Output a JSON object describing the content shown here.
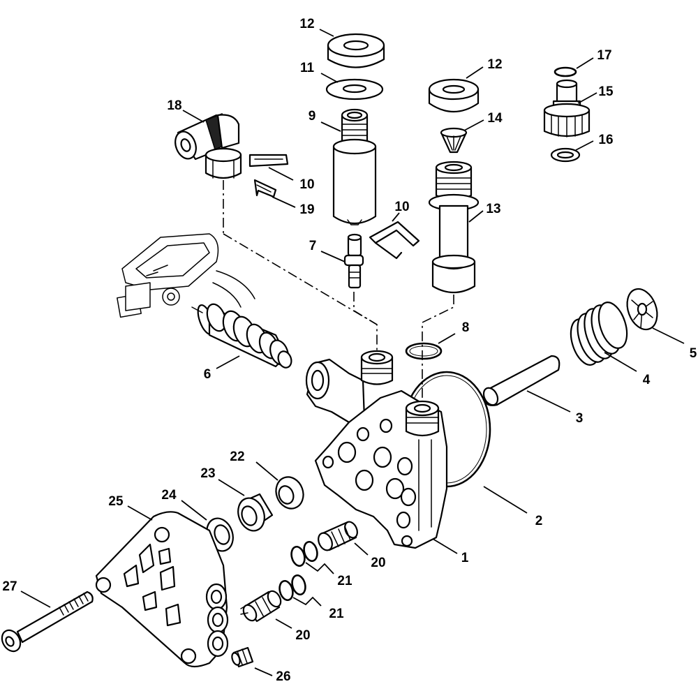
{
  "diagram": {
    "callouts": [
      {
        "id": "c1",
        "text": "1"
      },
      {
        "id": "c2",
        "text": "2"
      },
      {
        "id": "c3",
        "text": "3"
      },
      {
        "id": "c4",
        "text": "4"
      },
      {
        "id": "c5",
        "text": "5"
      },
      {
        "id": "c6",
        "text": "6"
      },
      {
        "id": "c7",
        "text": "7"
      },
      {
        "id": "c8",
        "text": "8"
      },
      {
        "id": "c9",
        "text": "9"
      },
      {
        "id": "c10a",
        "text": "10"
      },
      {
        "id": "c10b",
        "text": "10"
      },
      {
        "id": "c11",
        "text": "11"
      },
      {
        "id": "c12a",
        "text": "12"
      },
      {
        "id": "c12b",
        "text": "12"
      },
      {
        "id": "c13",
        "text": "13"
      },
      {
        "id": "c14",
        "text": "14"
      },
      {
        "id": "c15",
        "text": "15"
      },
      {
        "id": "c16",
        "text": "16"
      },
      {
        "id": "c17",
        "text": "17"
      },
      {
        "id": "c18",
        "text": "18"
      },
      {
        "id": "c19",
        "text": "19"
      },
      {
        "id": "c20a",
        "text": "20"
      },
      {
        "id": "c20b",
        "text": "20"
      },
      {
        "id": "c21a",
        "text": "21"
      },
      {
        "id": "c21b",
        "text": "21"
      },
      {
        "id": "c22",
        "text": "22"
      },
      {
        "id": "c23",
        "text": "23"
      },
      {
        "id": "c24",
        "text": "24"
      },
      {
        "id": "c25",
        "text": "25"
      },
      {
        "id": "c26",
        "text": "26"
      },
      {
        "id": "c27",
        "text": "27"
      }
    ]
  }
}
